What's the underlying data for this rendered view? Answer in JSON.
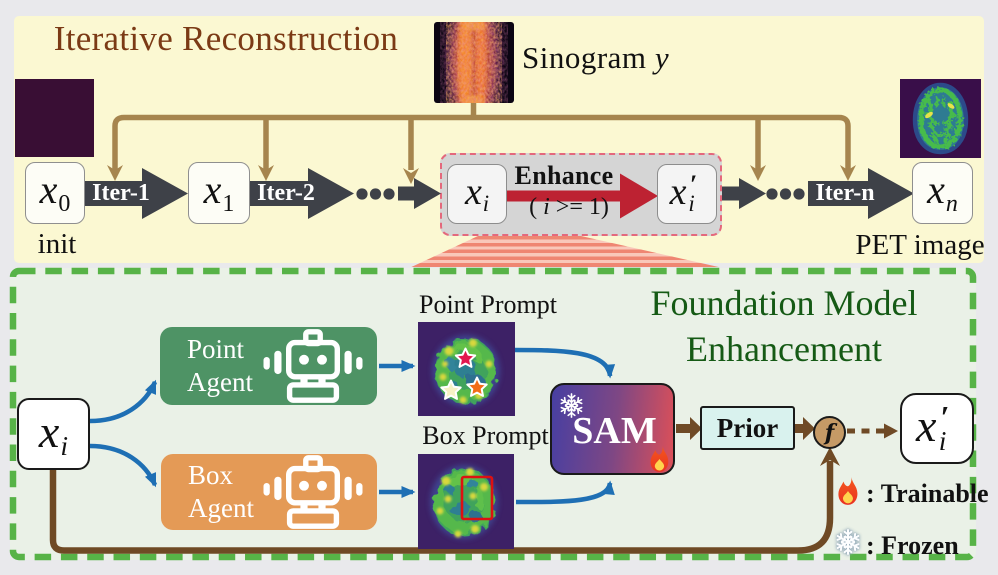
{
  "top_panel": {
    "title": "Iterative Reconstruction",
    "sinogram_label": "Sinogram",
    "sinogram_symbol": "y",
    "init_caption": "init",
    "pet_caption": "PET image",
    "iters": [
      {
        "label": "Iter-1"
      },
      {
        "label": "Iter-2"
      },
      {
        "label": "Iter-n"
      }
    ],
    "enhance": {
      "label": "Enhance",
      "cond_open": "( ",
      "cond_var": "i",
      "cond_close": " >= 1)"
    },
    "nodes": {
      "x0": {
        "base": "x",
        "sub": "0"
      },
      "x1": {
        "base": "x",
        "sub": "1"
      },
      "xi": {
        "base": "x",
        "sub": "i"
      },
      "xi_prime": {
        "base": "x",
        "prime": "′",
        "sub": "i"
      },
      "xn": {
        "base": "x",
        "sub": "n"
      }
    }
  },
  "bottom_panel": {
    "title_line1": "Foundation Model",
    "title_line2": "Enhancement",
    "input_node": {
      "base": "x",
      "sub": "i"
    },
    "output_node": {
      "base": "x",
      "prime": "′",
      "sub": "i"
    },
    "point_agent": {
      "line1": "Point",
      "line2": "Agent"
    },
    "box_agent": {
      "line1": "Box",
      "line2": "Agent"
    },
    "point_prompt_caption": "Point Prompt",
    "box_prompt_caption": "Box Prompt",
    "sam_label": "SAM",
    "prior_label": "Prior",
    "fusion_symbol": "f",
    "legend": {
      "trainable_label": ": Trainable",
      "frozen_label": ": Frozen"
    }
  },
  "icons": {
    "robot": "robot-icon",
    "snowflake": "snowflake-icon (Frozen)",
    "fire": "fire-icon (Trainable)"
  },
  "colors": {
    "canvas_bg": "#e9e9ec",
    "panel_yellow": "#fbf8d2",
    "panel_green_bg": "#eaf1e7",
    "panel_green_border": "#57b347",
    "top_title": "#7b3a15",
    "bottom_title": "#155a15",
    "bus_brown": "#a6854e",
    "iter_gray": "#3e4148",
    "node_fill": "#fdfdf6",
    "node_border": "#8f8f8f",
    "enhance_fill": "#d5d5d5",
    "enhance_border": "#e4687c",
    "enhance_arrow_red": "#bd2232",
    "fan_stripe_a": "#ef8672",
    "fan_stripe_b": "#f9c8ba",
    "init_square": "#390e34",
    "blue_arrow": "#1e6fb4",
    "point_agent_green": "#4e9365",
    "box_agent_orange": "#e49a56",
    "sam_gradient_left": "#473fa2",
    "sam_gradient_right": "#dd5058",
    "prior_fill": "#d9f2ee",
    "fusion_fill": "#c59a66",
    "brown_arrow": "#6f4a26",
    "path_brown": "#6f4a25",
    "text_black": "#111111"
  }
}
